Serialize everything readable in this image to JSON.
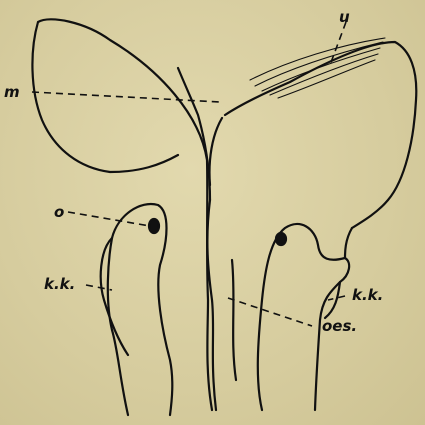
{
  "labels": {
    "u": "u",
    "m": "m",
    "o": "o",
    "kk_left": "k.k.",
    "kk_right": "k.k.",
    "oes": "oes."
  },
  "colors": {
    "paper": "#d8cfa4",
    "ink": "#111111"
  }
}
